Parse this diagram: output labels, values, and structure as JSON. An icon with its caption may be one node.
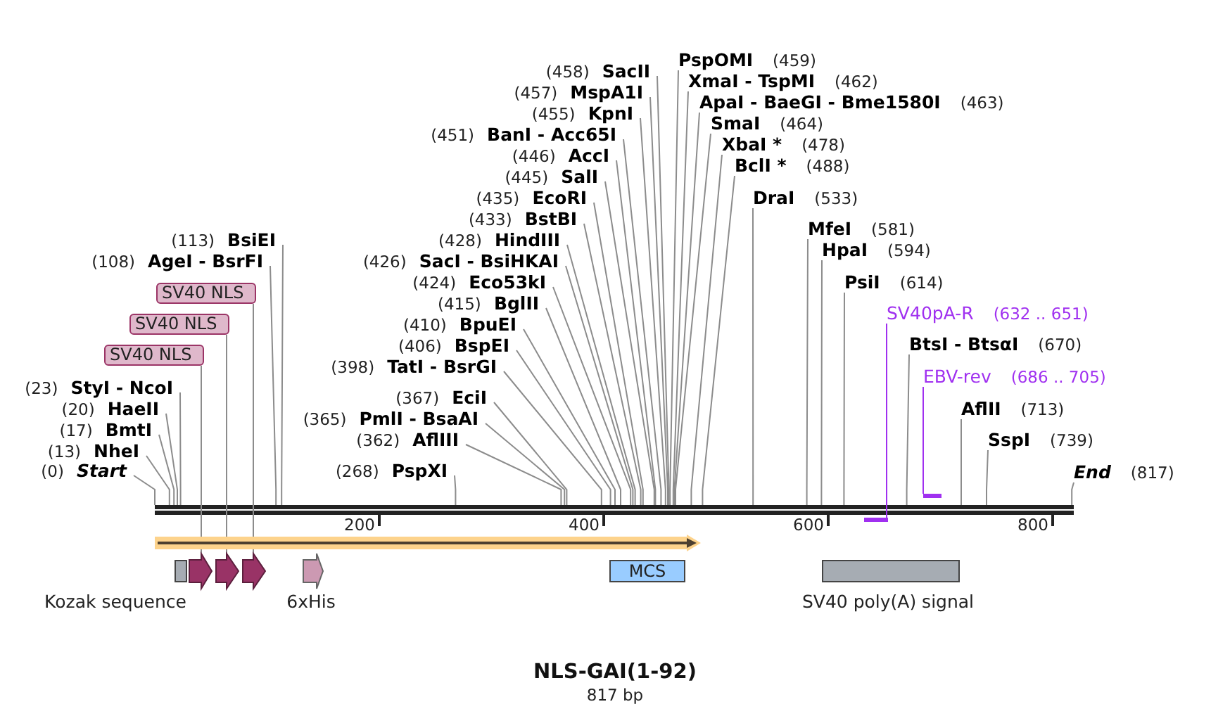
{
  "diagram": {
    "title": "NLS-GAI(1-92)",
    "nodes": [
      {
        "text": [
          "(0)",
          "Start"
        ]
      },
      {
        "text": [
          "(13)",
          "NheI"
        ]
      },
      {
        "text": [
          "(17)",
          "BmtI"
        ]
      },
      {
        "text": [
          "(20)",
          "HaeII"
        ]
      },
      {
        "text": [
          "(23)",
          "StyI - NcoI"
        ]
      },
      {
        "text": [
          "SV40 NLS"
        ]
      },
      {
        "text": [
          "SV40 NLS"
        ]
      },
      {
        "text": [
          "SV40 NLS"
        ]
      },
      {
        "text": [
          "(108)",
          "AgeI - BsrFI"
        ]
      },
      {
        "text": [
          "(113)",
          "BsiEI"
        ]
      },
      {
        "text": [
          "(268)",
          "PspXI"
        ]
      },
      {
        "text": [
          "(362)",
          "AflIII"
        ]
      },
      {
        "text": [
          "(365)",
          "PmlI - BsaAI"
        ]
      },
      {
        "text": [
          "(367)",
          "EciI"
        ]
      },
      {
        "text": [
          "(398)",
          "TatI - BsrGI"
        ]
      },
      {
        "text": [
          "(406)",
          "BspEI"
        ]
      },
      {
        "text": [
          "(410)",
          "BpuEI"
        ]
      },
      {
        "text": [
          "(415)",
          "BglII"
        ]
      },
      {
        "text": [
          "(424)",
          "Eco53kI"
        ]
      },
      {
        "text": [
          "(426)",
          "SacI - BsiHKAI"
        ]
      },
      {
        "text": [
          "(428)",
          "HindIII"
        ]
      },
      {
        "text": [
          "(433)",
          "BstBI"
        ]
      },
      {
        "text": [
          "(435)",
          "EcoRI"
        ]
      },
      {
        "text": [
          "(445)",
          "SalI"
        ]
      },
      {
        "text": [
          "(446)",
          "AccI"
        ]
      },
      {
        "text": [
          "(451)",
          "BanI - Acc65I"
        ]
      },
      {
        "text": [
          "(455)",
          "KpnI"
        ]
      },
      {
        "text": [
          "(457)",
          "MspA1I"
        ]
      },
      {
        "text": [
          "(458)",
          "SacII"
        ]
      },
      {
        "text": [
          "PspOMI",
          "(459)"
        ]
      },
      {
        "text": [
          "XmaI - TspMI",
          "(462)"
        ]
      },
      {
        "text": [
          "ApaI - BaeGI - Bme1580I",
          "(463)"
        ]
      },
      {
        "text": [
          "SmaI",
          "(464)"
        ]
      },
      {
        "text": [
          "XbaI *",
          "(478)"
        ]
      },
      {
        "text": [
          "BclI *",
          "(488)"
        ]
      },
      {
        "text": [
          "DraI",
          "(533)"
        ]
      },
      {
        "text": [
          "MfeI",
          "(581)"
        ]
      },
      {
        "text": [
          "HpaI",
          "(594)"
        ]
      },
      {
        "text": [
          "PsiI",
          "(614)"
        ]
      },
      {
        "text": [
          "SV40pA-R",
          "(632 .. 651)"
        ]
      },
      {
        "text": [
          "BtsI - BtsαI",
          "(670)"
        ]
      },
      {
        "text": [
          "EBV-rev",
          "(686 .. 705)"
        ]
      },
      {
        "text": [
          "AflII",
          "(713)"
        ]
      },
      {
        "text": [
          "SspI",
          "(739)"
        ]
      },
      {
        "text": [
          "End",
          "(817)"
        ]
      },
      {
        "text": [],
        "shape": "bar"
      },
      {
        "text": [],
        "shape": "bar"
      },
      {
        "text": [],
        "shape": "arrow"
      },
      {
        "text": [],
        "shape": "box",
        "beside": [
          "Kozak sequence"
        ]
      },
      {
        "text": [],
        "shape": "pentagon"
      },
      {
        "text": [],
        "shape": "pentagon"
      },
      {
        "text": [],
        "shape": "pentagon"
      },
      {
        "text": [],
        "shape": "pentagon",
        "beside": [
          "6xHis"
        ]
      },
      {
        "text": [
          "MCS"
        ]
      },
      {
        "text": [],
        "shape": "box",
        "beside": [
          "SV40 poly(A) signal"
        ]
      }
    ],
    "edges": [
      {
        "from": 0,
        "to": null,
        "arrow": "none"
      },
      {
        "from": 1,
        "to": null,
        "arrow": "none"
      },
      {
        "from": 2,
        "to": null,
        "arrow": "none"
      },
      {
        "from": 3,
        "to": null,
        "arrow": "none"
      },
      {
        "from": 4,
        "to": null,
        "arrow": "none"
      },
      {
        "from": 5,
        "to": 49,
        "arrow": "none"
      },
      {
        "from": 6,
        "to": 50,
        "arrow": "none"
      },
      {
        "from": 7,
        "to": 51,
        "arrow": "none"
      },
      {
        "from": 8,
        "to": null,
        "arrow": "none"
      },
      {
        "from": 9,
        "to": null,
        "arrow": "none"
      },
      {
        "from": 10,
        "to": null,
        "arrow": "none"
      },
      {
        "from": 11,
        "to": null,
        "arrow": "none"
      },
      {
        "from": 12,
        "to": null,
        "arrow": "none"
      },
      {
        "from": 13,
        "to": null,
        "arrow": "none"
      },
      {
        "from": 14,
        "to": null,
        "arrow": "none"
      },
      {
        "from": 15,
        "to": null,
        "arrow": "none"
      },
      {
        "from": 16,
        "to": null,
        "arrow": "none"
      },
      {
        "from": 17,
        "to": null,
        "arrow": "none"
      },
      {
        "from": 18,
        "to": null,
        "arrow": "none"
      },
      {
        "from": 19,
        "to": null,
        "arrow": "none"
      },
      {
        "from": 20,
        "to": null,
        "arrow": "none"
      },
      {
        "from": 21,
        "to": null,
        "arrow": "none"
      },
      {
        "from": 22,
        "to": null,
        "arrow": "none"
      },
      {
        "from": 23,
        "to": null,
        "arrow": "none"
      },
      {
        "from": 24,
        "to": null,
        "arrow": "none"
      },
      {
        "from": 25,
        "to": null,
        "arrow": "none"
      },
      {
        "from": 26,
        "to": null,
        "arrow": "none"
      },
      {
        "from": 27,
        "to": null,
        "arrow": "none"
      },
      {
        "from": 28,
        "to": null,
        "arrow": "none"
      },
      {
        "from": 29,
        "to": null,
        "arrow": "none"
      },
      {
        "from": 30,
        "to": null,
        "arrow": "none"
      },
      {
        "from": 31,
        "to": null,
        "arrow": "none"
      },
      {
        "from": 32,
        "to": null,
        "arrow": "none"
      },
      {
        "from": 33,
        "to": null,
        "arrow": "none"
      },
      {
        "from": 34,
        "to": null,
        "arrow": "none"
      },
      {
        "from": 35,
        "to": null,
        "arrow": "none"
      },
      {
        "from": 36,
        "to": null,
        "arrow": "none"
      },
      {
        "from": 37,
        "to": null,
        "arrow": "none"
      },
      {
        "from": 38,
        "to": null,
        "arrow": "none"
      },
      {
        "from": 39,
        "to": 45,
        "arrow": "none",
        "color": "#a030f0"
      },
      {
        "from": 40,
        "to": null,
        "arrow": "none"
      },
      {
        "from": 41,
        "to": 46,
        "arrow": "none",
        "color": "#a030f0"
      },
      {
        "from": 42,
        "to": null,
        "arrow": "none"
      },
      {
        "from": 43,
        "to": null,
        "arrow": "none"
      },
      {
        "from": 44,
        "to": null,
        "arrow": "none"
      }
    ],
    "labels": [
      "200",
      "400",
      "600",
      "800",
      "817 bp"
    ]
  }
}
